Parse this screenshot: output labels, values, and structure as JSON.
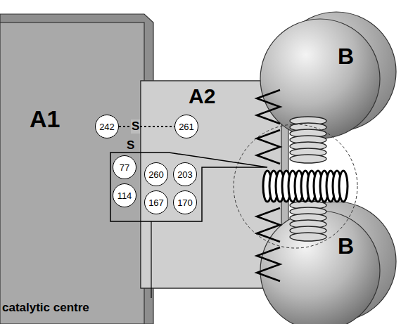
{
  "diagram": {
    "nodes": [
      {
        "text": [
          "A1"
        ]
      },
      {
        "text": [
          "242"
        ],
        "in": 0
      },
      {
        "text": [
          "77"
        ],
        "in": 0
      },
      {
        "text": [
          "114"
        ],
        "in": 0
      },
      {
        "text": [
          "A2"
        ]
      },
      {
        "text": [
          "261"
        ],
        "in": 4
      },
      {
        "text": [
          "260"
        ],
        "in": 4
      },
      {
        "text": [
          "203"
        ],
        "in": 4
      },
      {
        "text": [
          "167"
        ],
        "in": 4
      },
      {
        "text": [
          "170"
        ],
        "in": 4
      },
      {
        "text": [
          "B"
        ]
      },
      {
        "text": [
          "B"
        ]
      }
    ],
    "edges": [
      {
        "from": 1,
        "to": 5,
        "arrow": "none",
        "label": "S"
      }
    ],
    "labels": [
      "S",
      "catalytic centre"
    ]
  }
}
